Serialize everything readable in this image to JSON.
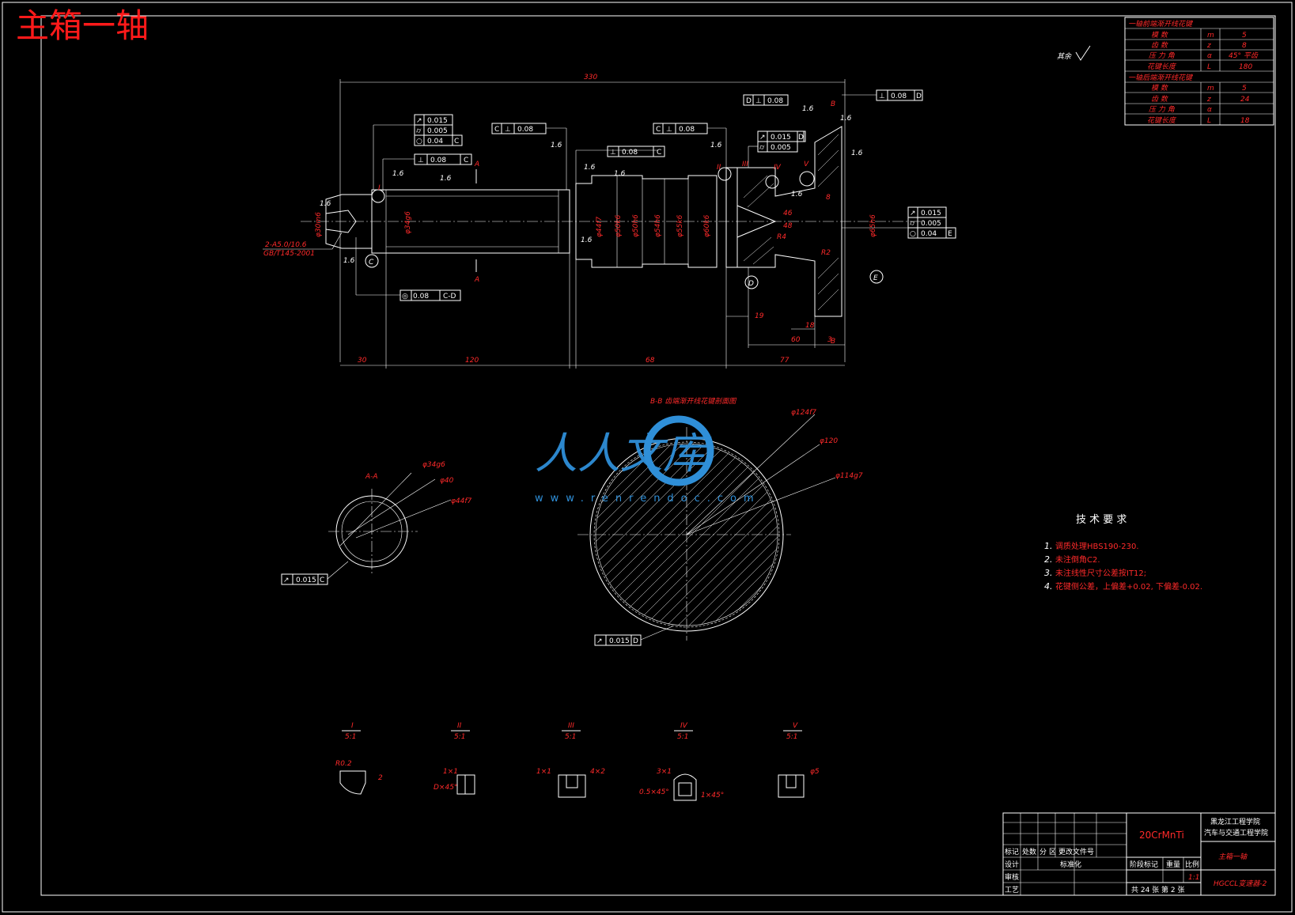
{
  "title": "主箱一轴",
  "surface_default": "其余",
  "spline_front": {
    "heading": "一轴前端渐开线花键",
    "rows": [
      {
        "name": "模  数",
        "sym": "m",
        "val": "5"
      },
      {
        "name": "齿  数",
        "sym": "z",
        "val": "8"
      },
      {
        "name": "压 力 角",
        "sym": "α",
        "val": "45° 平齿"
      },
      {
        "name": "花键长度",
        "sym": "L",
        "val": "180"
      }
    ]
  },
  "spline_rear": {
    "heading": "一轴后端渐开线花键",
    "rows": [
      {
        "name": "模  数",
        "sym": "m",
        "val": "5"
      },
      {
        "name": "齿  数",
        "sym": "z",
        "val": "24"
      },
      {
        "name": "压 力 角",
        "sym": "α",
        "val": ""
      },
      {
        "name": "花键长度",
        "sym": "L",
        "val": "18"
      }
    ]
  },
  "tolerances": {
    "t1": "0.015",
    "t2": "0.005",
    "t3": "0.04",
    "t3r": "C",
    "t4": "0.08",
    "t4r": "C",
    "t5r": "C",
    "t5": "0.08",
    "t6r": "C",
    "t6": "0.08",
    "t7": "0.08",
    "t7r": "C",
    "t8": "0.08",
    "t8r": "C-D",
    "t9r": "D",
    "t9": "0.08",
    "t10": "0.015",
    "t10r": "D",
    "t11": "0.005",
    "t12": "0.08",
    "t12r": "D",
    "t13": "0.015",
    "t14": "0.005",
    "t15": "0.04",
    "t15r": "E",
    "t16": "0.015",
    "t16r": "C",
    "t17": "0.015",
    "t17r": "D"
  },
  "dims": {
    "overall": "330",
    "d30": "30",
    "d120": "120",
    "d68": "68",
    "d77": "77",
    "d60": "60",
    "d19": "19",
    "d18": "18",
    "d3": "3",
    "d8": "8",
    "thread": "2-A5.0/10.6",
    "thread_std": "GB/T145-2001",
    "ra": "1.6",
    "roman": [
      "I",
      "II",
      "III",
      "IV",
      "V"
    ],
    "sect_a": "A"
  },
  "section_labels": {
    "aa": "A-A",
    "aa_d1": "φ34g6",
    "aa_d2": "φ40",
    "aa_d3": "φ44f7",
    "bb": "B-B 齿端渐开线花键剖面图",
    "bb_d1": "φ124f7",
    "bb_d2": "φ120",
    "bb_d3": "φ114g7"
  },
  "details": [
    {
      "id": "I",
      "scale": "5:1",
      "labels": [
        "R0.2",
        "2"
      ]
    },
    {
      "id": "II",
      "scale": "5:1",
      "labels": [
        "1×1",
        "D×45°"
      ]
    },
    {
      "id": "III",
      "scale": "5:1",
      "labels": [
        "1×1",
        "4×2"
      ]
    },
    {
      "id": "IV",
      "scale": "5:1",
      "labels": [
        "3×1",
        "0.5×45°",
        "1×45°"
      ]
    },
    {
      "id": "V",
      "scale": "5:1",
      "labels": [
        "φ5"
      ]
    }
  ],
  "tech_req": {
    "heading": "技 术 要 求",
    "items": [
      {
        "n": "1.",
        "text": "调质处理HBS190-230."
      },
      {
        "n": "2.",
        "text": "未注倒角C2."
      },
      {
        "n": "3.",
        "text": "未注线性尺寸公差按IT12;"
      },
      {
        "n": "4.",
        "text": "花键侧公差，上偏差+0.02, 下偏差-0.02."
      }
    ]
  },
  "title_block": {
    "material": "20CrMnTi",
    "school_1": "黑龙江工程学院",
    "school_2": "汽车与交通工程学院",
    "part_name": "主箱一轴",
    "drawing_no": "HGCCL变速器-2",
    "row_mark": "标记",
    "row_count": "处数",
    "row_zone": "分",
    "row_doc": "区",
    "row_change": "更改文件号",
    "row_design": "设计",
    "row_std": "标准化",
    "row_check": "审核",
    "row_craft": "工艺",
    "stage": "阶段标记",
    "weight": "重量",
    "scale": "比例",
    "scale_val": "1:1",
    "sheets": "共 24 张  第 2 张"
  },
  "watermark": {
    "text": "人人文库",
    "url": "www.renrendoc.com"
  }
}
